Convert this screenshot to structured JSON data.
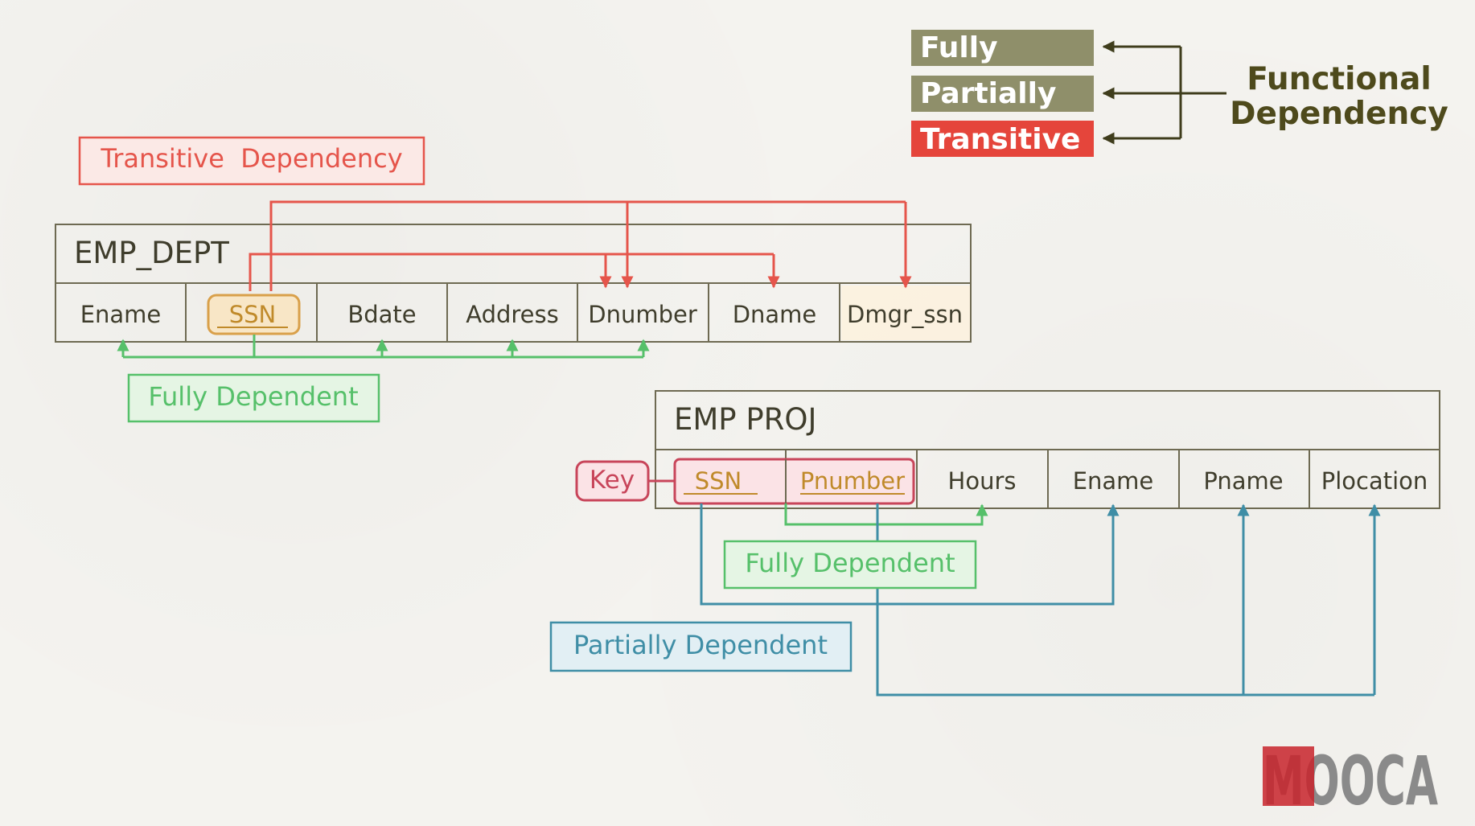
{
  "legend": {
    "items": [
      {
        "label": "Fully",
        "color": "#8f8f6a"
      },
      {
        "label": "Partially",
        "color": "#8f8f6a"
      },
      {
        "label": "Transitive",
        "color": "#e5453b"
      }
    ],
    "title_line1": "Functional",
    "title_line2": "Dependency"
  },
  "emp_dept": {
    "title": "EMP_DEPT",
    "columns": [
      "Ename",
      "SSN",
      "Bdate",
      "Address",
      "Dnumber",
      "Dname",
      "Dmgr_ssn"
    ],
    "transitive_label": "Transitive  Dependency",
    "fully_label": "Fully Dependent"
  },
  "emp_proj": {
    "title": "EMP PROJ",
    "columns": [
      "SSN",
      "Pnumber",
      "Hours",
      "Ename",
      "Pname",
      "Plocation"
    ],
    "key_label": "Key",
    "fully_label": "Fully Dependent",
    "partially_label": "Partially Dependent"
  },
  "logo": {
    "text": "MOOCA"
  },
  "colors": {
    "transitive": "#e5554b",
    "fully": "#56c06a",
    "partially": "#3f8ea6",
    "key": "#c8455a",
    "ssn_box": "#d9a04a",
    "table_border": "#6e6a52",
    "text_dark": "#3f3d2c",
    "legend_title": "#4e4a1c"
  }
}
